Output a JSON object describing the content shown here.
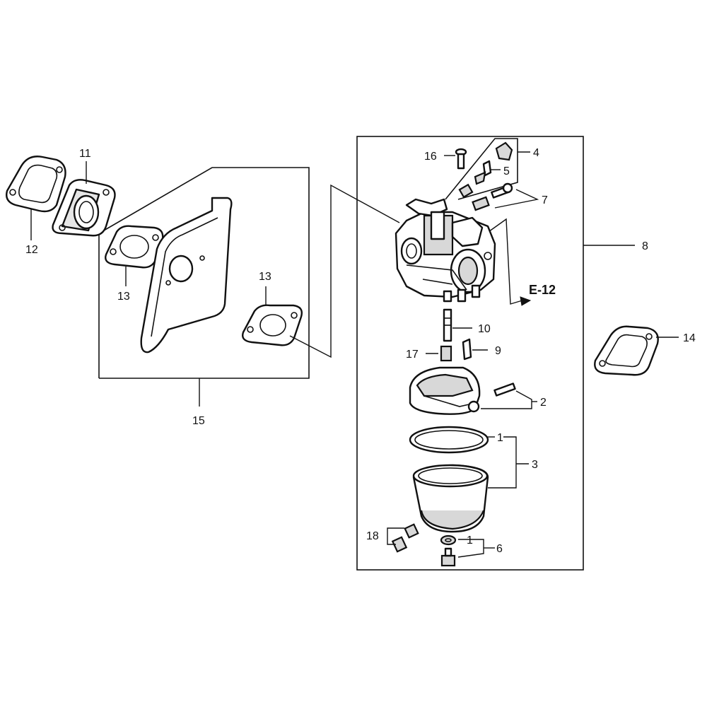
{
  "callouts": {
    "c1a": "1",
    "c1b": "1",
    "c2": "2",
    "c3": "3",
    "c4": "4",
    "c5": "5",
    "c6": "6",
    "c7": "7",
    "c8": "8",
    "c9": "9",
    "c10": "10",
    "c11": "11",
    "c12": "12",
    "c13a": "13",
    "c13b": "13",
    "c14": "14",
    "c15": "15",
    "c16": "16",
    "c17": "17",
    "c18": "18"
  },
  "reference": "E-12"
}
